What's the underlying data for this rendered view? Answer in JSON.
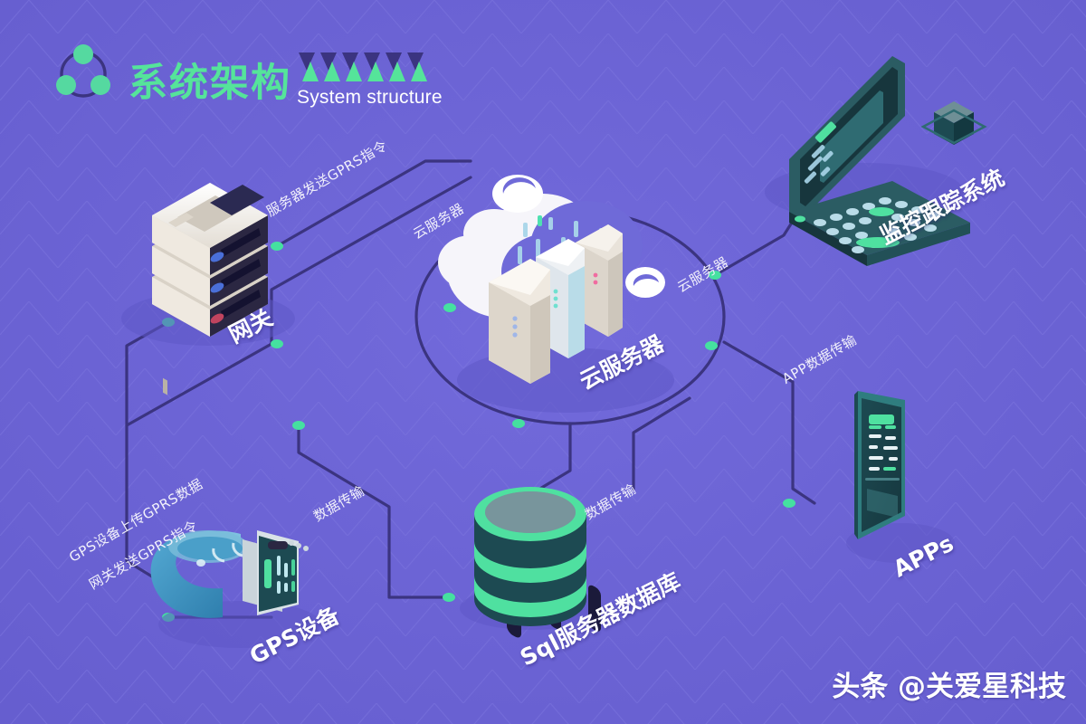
{
  "header": {
    "logo_icon": "three-node-network-icon",
    "title_cn": "系统架构",
    "title_en": "System structure",
    "deco_icon": "zigzag-triangles-decoration"
  },
  "colors": {
    "background": "#6b63d4",
    "grid_line": "#7d76dd",
    "connector": "#3b3480",
    "node_dot": "#45e0a0",
    "accent_green": "#55e49a",
    "title_green": "#55e49a",
    "label_white": "#ffffff",
    "device_dark": "#1d4a52",
    "device_teal": "#2f7d7f",
    "cloud_white": "#f4f4f8",
    "cloud_blue": "#6f6ad8",
    "server_cream": "#efe9e0",
    "watch_blue": "#3e9cc8"
  },
  "nodes": [
    {
      "id": "gateway",
      "label": "网关",
      "icon": "server-stack-icon"
    },
    {
      "id": "cloud",
      "label": "云服务器",
      "icon": "cloud-servers-icon"
    },
    {
      "id": "monitor",
      "label": "监控跟踪系统",
      "icon": "laptop-icon"
    },
    {
      "id": "apps",
      "label": "APPs",
      "icon": "smartphone-icon"
    },
    {
      "id": "gps",
      "label": "GPS设备",
      "icon": "smartwatch-icon"
    },
    {
      "id": "database",
      "label": "Sql服务器数据库",
      "icon": "database-cylinder-icon"
    }
  ],
  "edges": [
    {
      "id": "server-gprs",
      "label": "服务器发送GPRS指令"
    },
    {
      "id": "cloud-left",
      "label": "云服务器"
    },
    {
      "id": "cloud-right",
      "label": "云服务器"
    },
    {
      "id": "app-data",
      "label": "APP数据传输"
    },
    {
      "id": "gps-upload",
      "label": "GPS设备上传GPRS数据"
    },
    {
      "id": "gw-cmd",
      "label": "网关发送GPRS指令"
    },
    {
      "id": "data-left",
      "label": "数据传输"
    },
    {
      "id": "data-right",
      "label": "数据传输"
    }
  ],
  "watermark": {
    "text": "头条 @关爱星科技"
  }
}
